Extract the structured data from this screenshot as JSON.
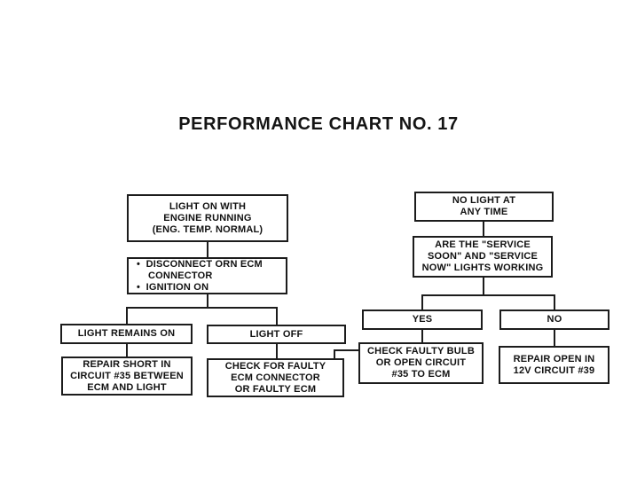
{
  "title": "PERFORMANCE CHART NO. 17",
  "colors": {
    "ink": "#1c1c1c",
    "paper": "#ffffff"
  },
  "nodes": {
    "light_on": "LIGHT ON WITH\nENGINE RUNNING\n(ENG. TEMP. NORMAL)",
    "disconnect": "•  DISCONNECT ORN ECM\n    CONNECTOR\n•  IGNITION ON",
    "light_remains_on": "LIGHT REMAINS ON",
    "light_off": "LIGHT OFF",
    "repair_short": "REPAIR SHORT IN\nCIRCUIT #35 BETWEEN\nECM AND LIGHT",
    "check_ecm": "CHECK FOR FAULTY\nECM CONNECTOR\nOR FAULTY ECM",
    "no_light": "NO LIGHT AT\nANY TIME",
    "service_lights": "ARE THE \"SERVICE\nSOON\" AND \"SERVICE\nNOW\" LIGHTS WORKING",
    "yes": "YES",
    "no": "NO",
    "check_bulb": "CHECK FAULTY BULB\nOR OPEN CIRCUIT\n#35 TO ECM",
    "repair_open": "REPAIR OPEN IN\n12V CIRCUIT #39"
  }
}
